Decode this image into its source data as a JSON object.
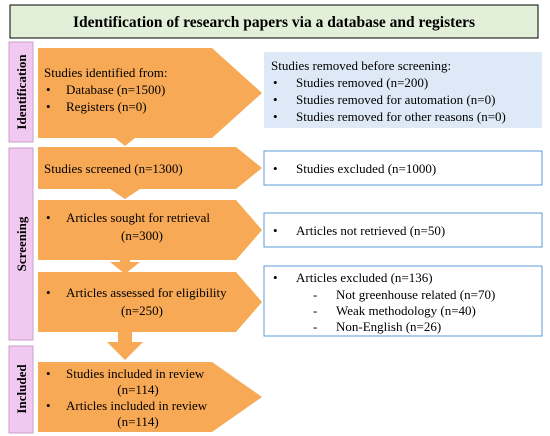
{
  "title": "Identification of research papers via a database and registers",
  "colors": {
    "title_fill": "#e2f0d9",
    "phase_fill": "#f0c8f0",
    "arrow_fill": "#f8a956",
    "removed_fill": "#dde9f6",
    "excluded_stroke": "#5b9bd5"
  },
  "phases": {
    "identification": "Identification",
    "screening": "Screening",
    "included": "Included"
  },
  "identified": {
    "heading": "Studies identified from:",
    "items": [
      "Database (n=1500)",
      "Registers (n=0)"
    ]
  },
  "removed": {
    "heading": "Studies removed before screening:",
    "items": [
      "Studies removed (n=200)",
      "Studies removed for automation (n=0)",
      "Studies removed for other reasons (n=0)"
    ]
  },
  "screened": "Studies screened (n=1300)",
  "screened_excluded": "Studies excluded (n=1000)",
  "sought": [
    "Articles sought for retrieval",
    "(n=300)"
  ],
  "not_retrieved": "Articles not retrieved (n=50)",
  "assessed": [
    "Articles assessed for eligibility",
    "(n=250)"
  ],
  "excluded": {
    "heading": "Articles excluded (n=136)",
    "items": [
      "Not greenhouse related (n=70)",
      "Weak methodology (n=40)",
      "Non-English (n=26)"
    ]
  },
  "included": {
    "lines": [
      "Studies included in review",
      "(n=114)",
      "Articles included  in review",
      "(n=114)"
    ]
  }
}
